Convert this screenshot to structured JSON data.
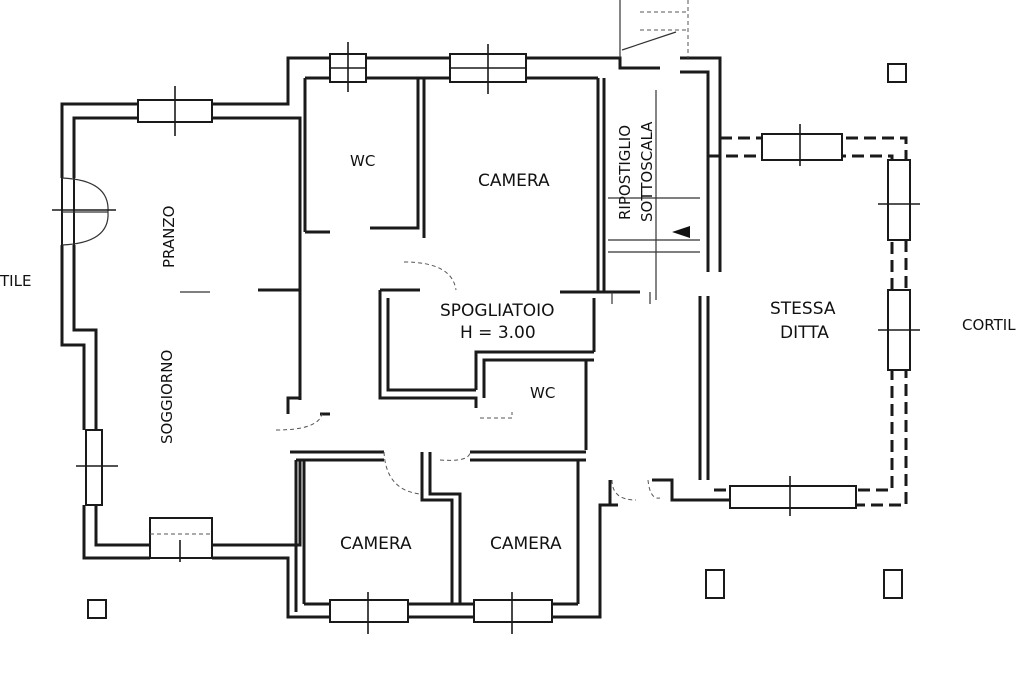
{
  "plan": {
    "outside_left": "TILE",
    "outside_right": "CORTIL",
    "rooms": {
      "pranzo": "PRANZO",
      "soggiorno": "SOGGIORNO",
      "wc_top": "WC",
      "camera_top": "CAMERA",
      "ripostiglio": "RIPOSTIGLIO",
      "sottoscala": "SOTTOSCALA",
      "spogliatoio": "SPOGLIATOIO",
      "spogliatoio_height": "H = 3.00",
      "wc_middle": "WC",
      "camera_bottom_left": "CAMERA",
      "camera_bottom_right": "CAMERA",
      "stessa": "STESSA",
      "ditta": "DITTA"
    }
  }
}
